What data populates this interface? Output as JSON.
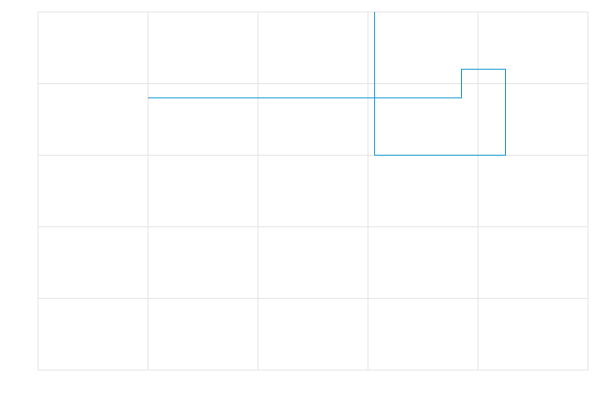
{
  "chart_data": {
    "type": "line",
    "title": "",
    "xlabel": "",
    "ylabel": "",
    "xlim": [
      0,
      5
    ],
    "ylim": [
      0,
      5
    ],
    "grid": true,
    "x_ticks": [
      0,
      1,
      2,
      3,
      4,
      5
    ],
    "y_ticks": [
      0,
      1,
      2,
      3,
      4,
      5
    ],
    "tick_labels_visible": false,
    "series": [
      {
        "points": [
          {
            "x": 1.0,
            "y": 3.8
          },
          {
            "x": 3.85,
            "y": 3.8
          },
          {
            "x": 3.85,
            "y": 4.2
          },
          {
            "x": 4.25,
            "y": 4.2
          },
          {
            "x": 4.25,
            "y": 3.0
          },
          {
            "x": 3.06,
            "y": 3.0
          },
          {
            "x": 3.06,
            "y": 5.0
          }
        ]
      }
    ]
  },
  "colors": {
    "background": "#ffffff",
    "grid": "#e5e5e5",
    "series_line": "#1f9ed1"
  }
}
